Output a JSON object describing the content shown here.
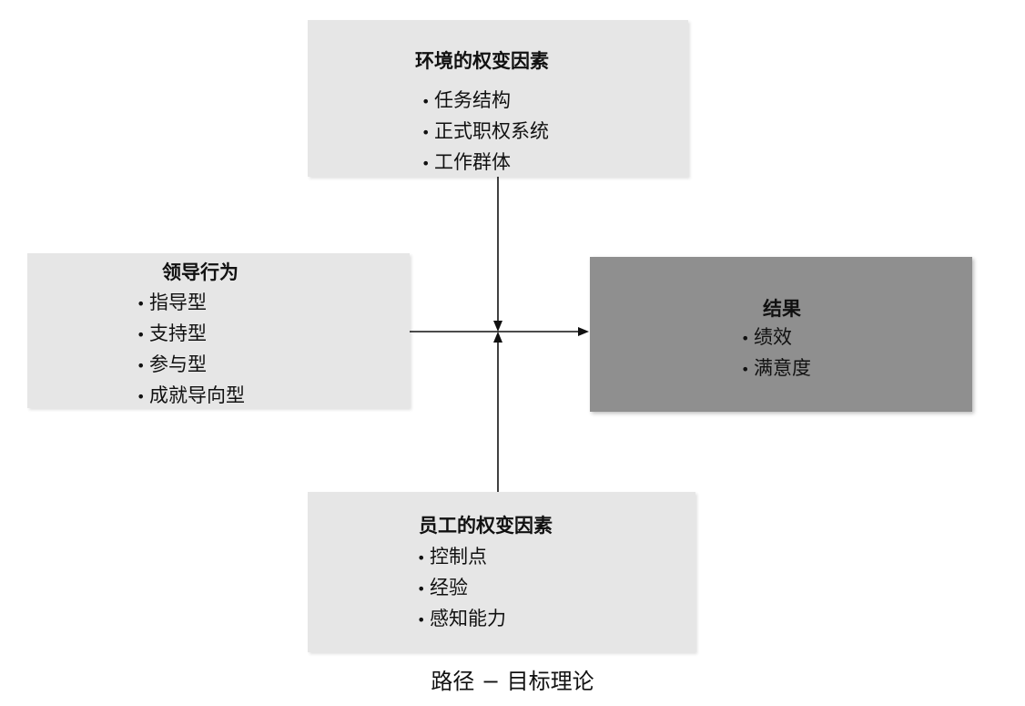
{
  "diagram": {
    "environment": {
      "title": "环境的权变因素",
      "items": [
        "任务结构",
        "正式职权系统",
        "工作群体"
      ]
    },
    "leader": {
      "title": "领导行为",
      "items": [
        "指导型",
        "支持型",
        "参与型",
        "成就导向型"
      ]
    },
    "outcome": {
      "title": "结果",
      "items": [
        "绩效",
        "满意度"
      ]
    },
    "employee": {
      "title": "员工的权变因素",
      "items": [
        "控制点",
        "经验",
        "感知能力"
      ]
    },
    "bullet": "•",
    "caption": "路径 − 目标理论"
  }
}
